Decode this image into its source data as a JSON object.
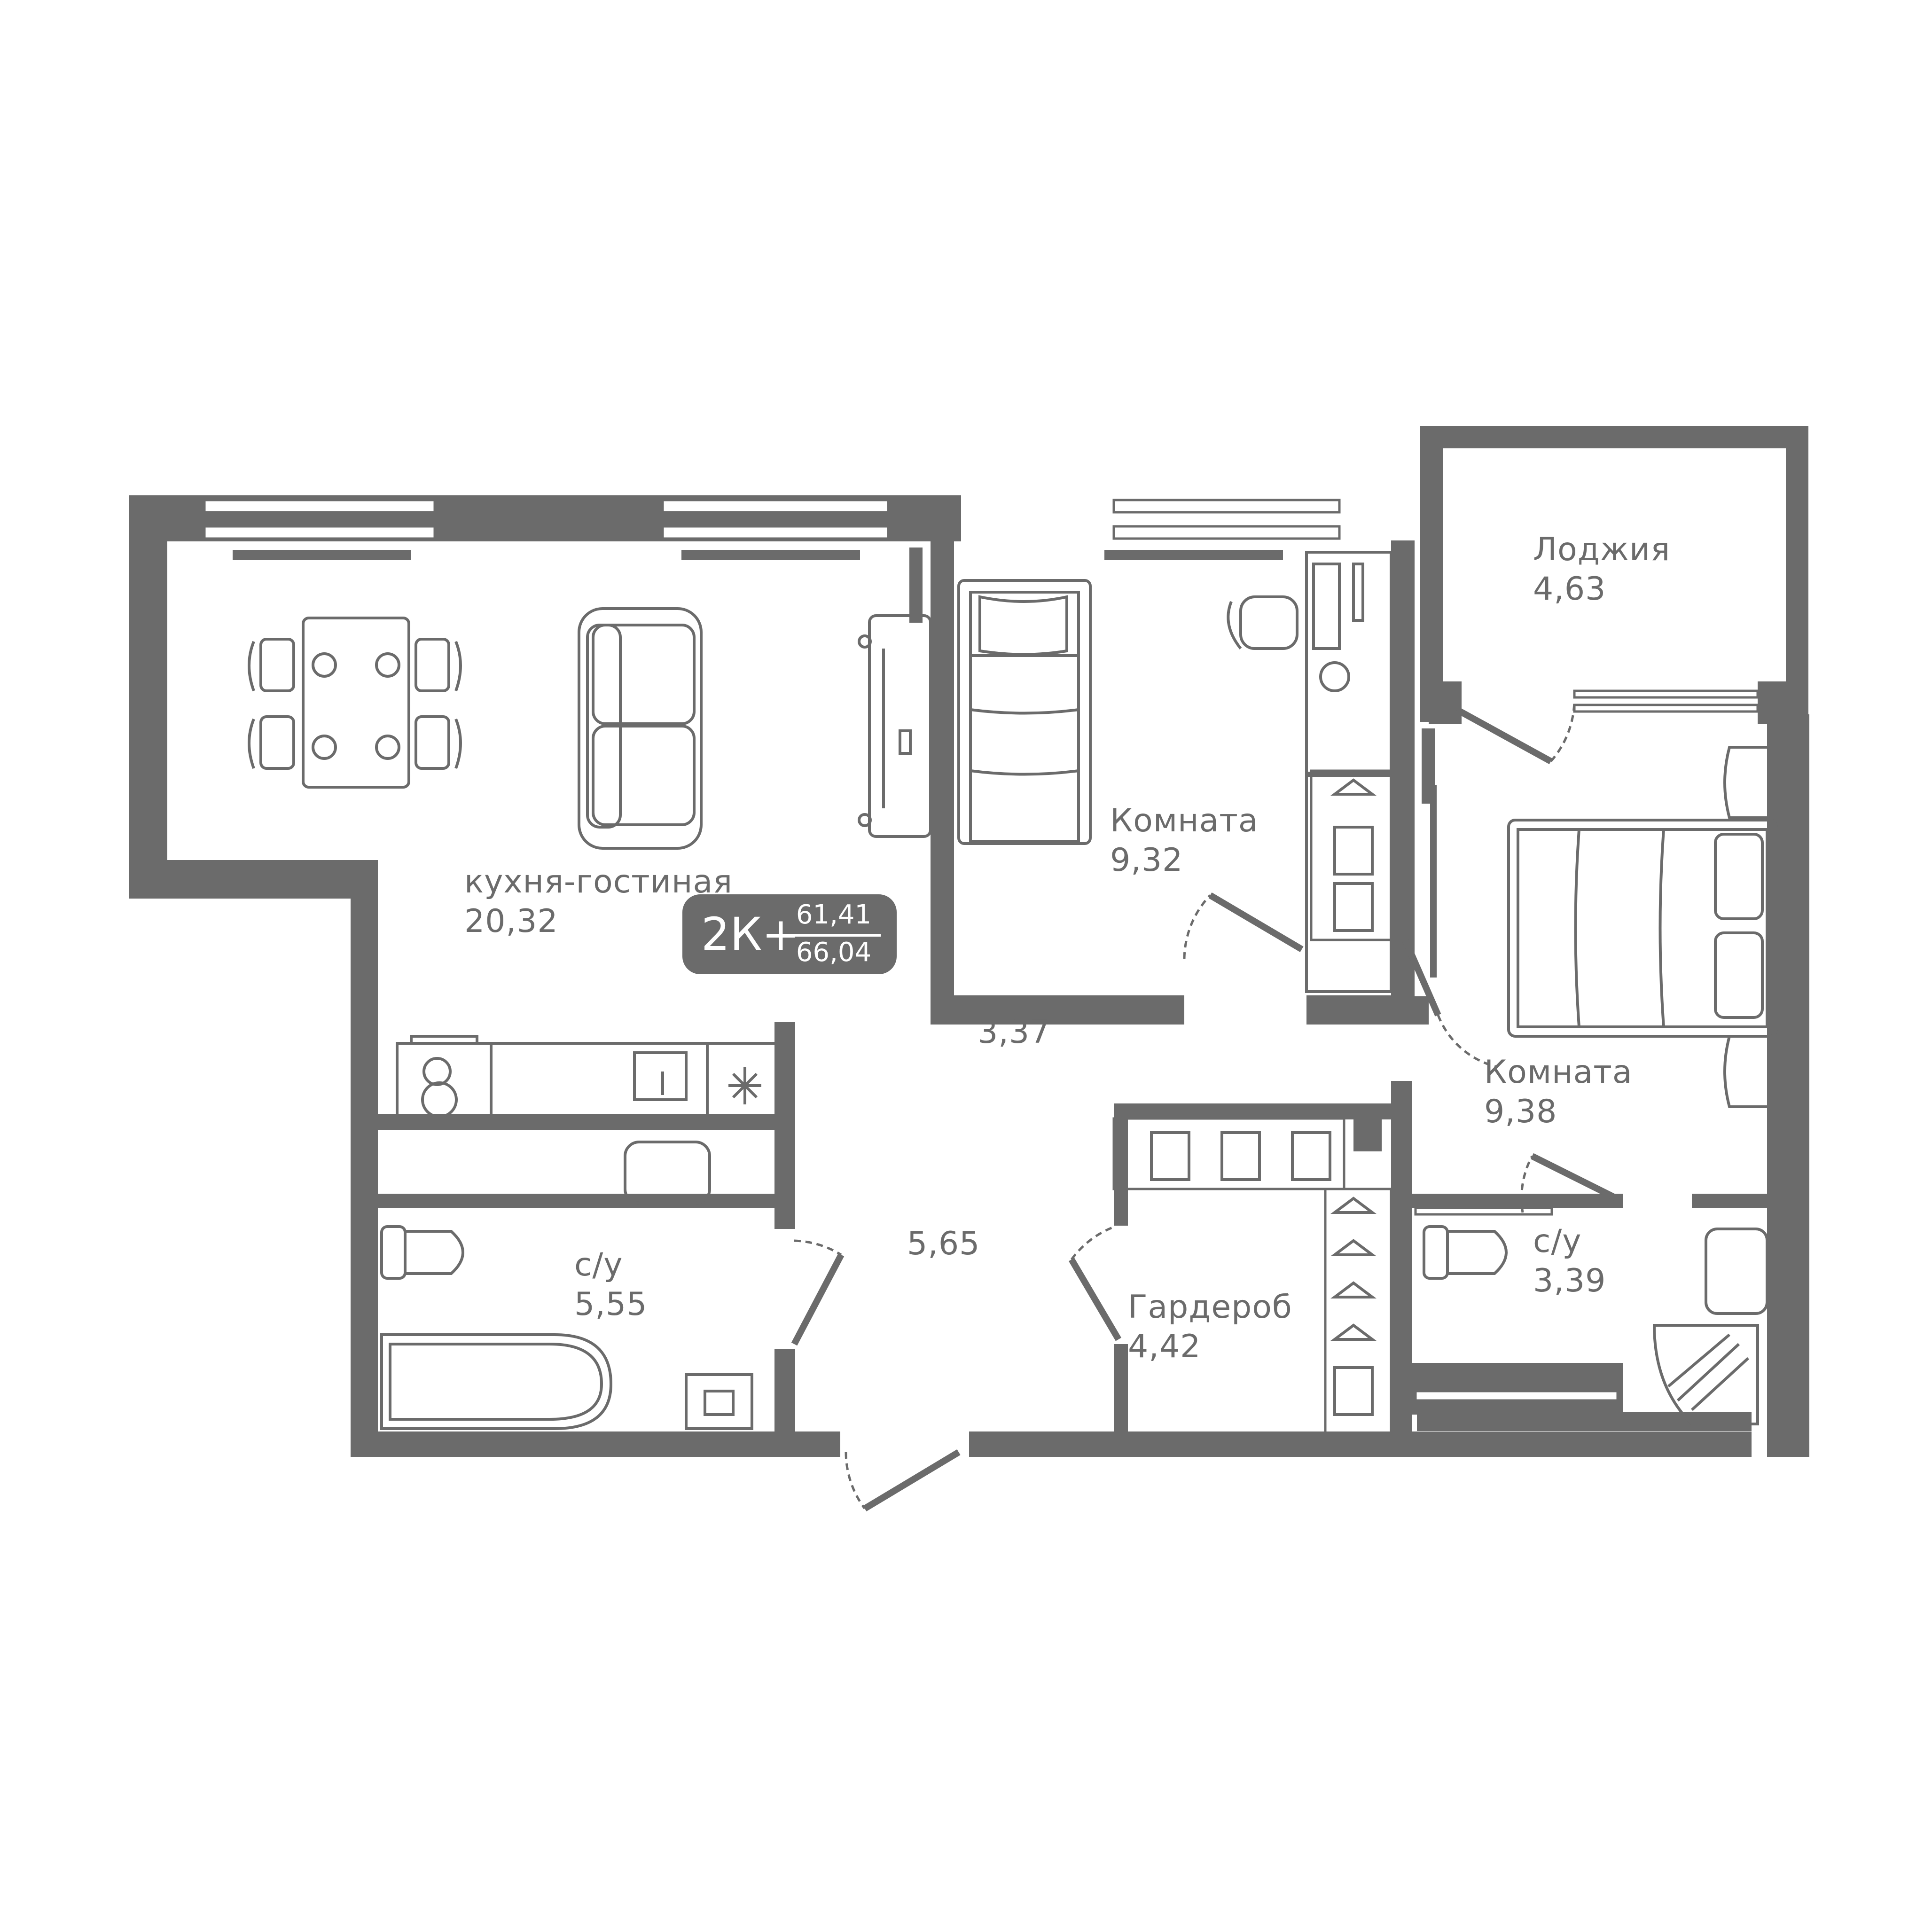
{
  "plan": {
    "badge": {
      "rooms": "2К+",
      "area_living": "61,41",
      "area_total": "66,04"
    },
    "rooms": [
      {
        "id": "kitchen_living",
        "name": "кухня-гостиная",
        "area": "20,32"
      },
      {
        "id": "room_1",
        "name": "Комната",
        "area": "9,32"
      },
      {
        "id": "loggia",
        "name": "Лоджия",
        "area": "4,63"
      },
      {
        "id": "room_2",
        "name": "Комната",
        "area": "9,38"
      },
      {
        "id": "hall_upper",
        "name": "",
        "area": "3,37"
      },
      {
        "id": "hall_lower",
        "name": "",
        "area": "5,65"
      },
      {
        "id": "bathroom_1",
        "name": "с/у",
        "area": "5,55"
      },
      {
        "id": "wardrobe",
        "name": "Гардероб",
        "area": "4,42"
      },
      {
        "id": "bathroom_2",
        "name": "с/у",
        "area": "3,39"
      }
    ],
    "colors": {
      "wall": "#6b6b6b",
      "background": "#ffffff",
      "badge_text": "#ffffff"
    },
    "icons": [
      "dining-table-icon",
      "sofa-icon",
      "tv-unit-icon",
      "bed-icon",
      "desk-icon",
      "office-chair-icon",
      "double-bed-icon",
      "stove-icon",
      "sink-icon",
      "fridge-icon",
      "toilet-icon",
      "bathtub-icon",
      "washing-basket-icon",
      "shower-icon",
      "hanger-icon",
      "shirt-icon"
    ]
  }
}
